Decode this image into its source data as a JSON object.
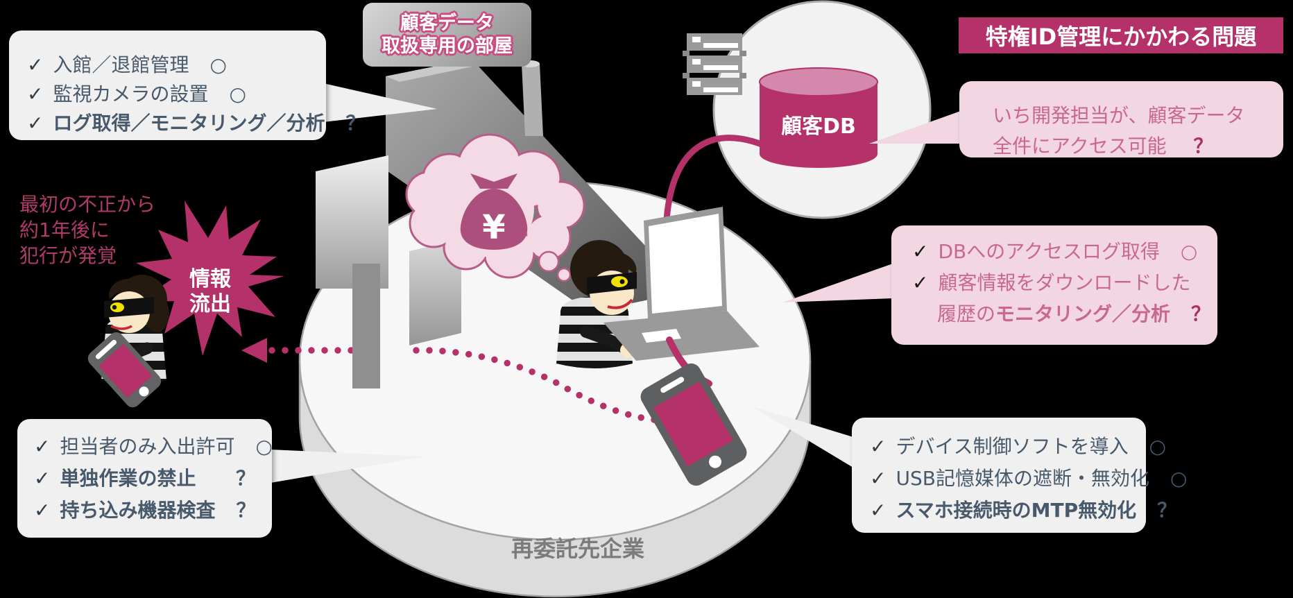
{
  "colors": {
    "primary": "#b43169",
    "pink_panel": "#f2d7e2",
    "pink_text": "#c9688d",
    "pink_bold": "#ac2f63",
    "slate_text": "#47596b",
    "panel_bg": "#f0f0f0"
  },
  "header": {
    "title": "特権ID管理にかかわる問題"
  },
  "sign": {
    "line1": "顧客データ",
    "line2": "取扱専用の部屋"
  },
  "db": {
    "label": "顧客DB"
  },
  "platform": {
    "label": "再委託先企業"
  },
  "burst": {
    "line1": "情報",
    "line2": "流出"
  },
  "incident_note": {
    "line1": "最初の不正から",
    "line2": "約1年後に",
    "line3": "犯行が発覚"
  },
  "thought": {
    "symbol": "¥"
  },
  "callouts": {
    "room_controls": {
      "items": [
        {
          "check": "✓",
          "text": "入館／退館管理",
          "mark": "○"
        },
        {
          "check": "✓",
          "text": "監視カメラの設置",
          "mark": "○"
        },
        {
          "check": "✓",
          "text": "ログ取得／モニタリング／分析",
          "mark": "？"
        }
      ]
    },
    "entry_controls": {
      "items": [
        {
          "check": "✓",
          "text": "担当者のみ入出許可",
          "mark": "○"
        },
        {
          "check": "✓",
          "text": "単独作業の禁止",
          "mark": "？"
        },
        {
          "check": "✓",
          "text": "持ち込み機器検査",
          "mark": "？"
        }
      ]
    },
    "device_controls": {
      "items": [
        {
          "check": "✓",
          "text": "デバイス制御ソフトを導入",
          "mark": "○"
        },
        {
          "check": "✓",
          "text": "USB記憶媒体の遮断・無効化",
          "mark": "○"
        },
        {
          "check": "✓",
          "text": "スマホ接続時のMTP無効化",
          "mark": "？"
        }
      ]
    },
    "db_access": {
      "items": [
        {
          "check": "✓",
          "text": "DBへのアクセスログ取得",
          "mark": "○"
        },
        {
          "check": "✓",
          "text": "顧客情報をダウンロードした",
          "mark": ""
        },
        {
          "check": "",
          "pre": "履歴の",
          "bold_text": "モニタリング／分析",
          "mark": "？"
        }
      ]
    },
    "privileged_access": {
      "line1": "いち開発担当が、顧客データ",
      "line2": "全件にアクセス可能",
      "mark": "？"
    }
  }
}
